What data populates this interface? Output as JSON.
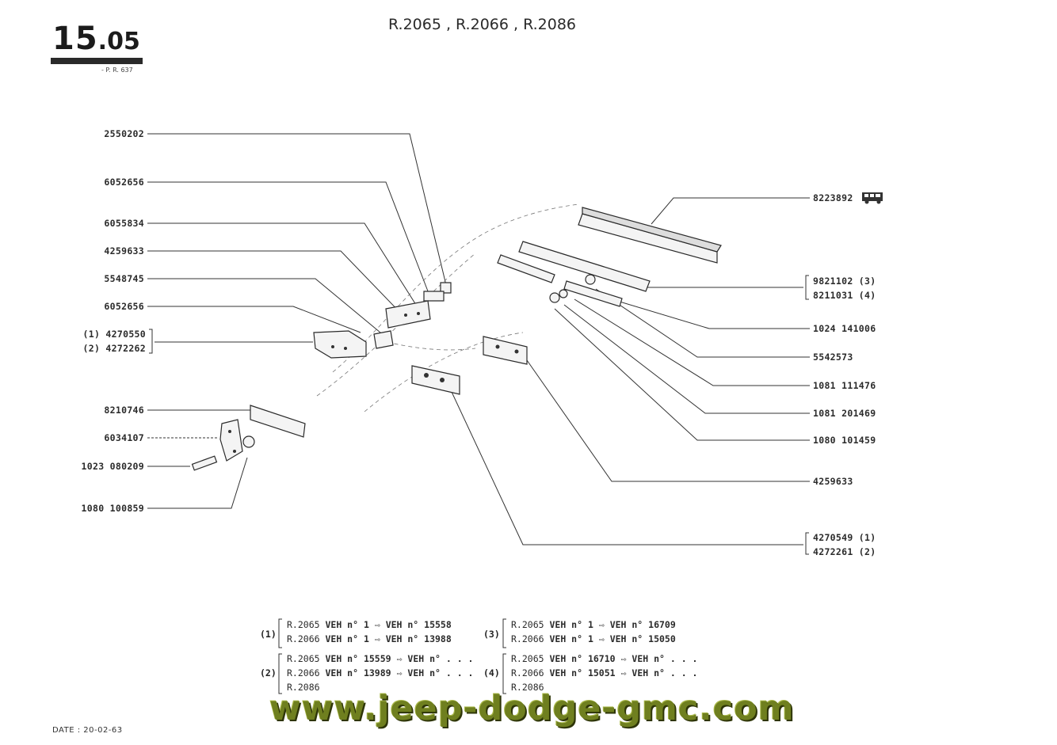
{
  "header": {
    "page_number_main": "15",
    "page_number_sub": ".05",
    "page_ref": "- P. R. 637",
    "title": "R.2065 , R.2066 , R.2086"
  },
  "left_labels": [
    "2550202",
    "6052656",
    "6055834",
    "4259633",
    "5548745",
    "6052656",
    "8210746",
    "6034107",
    "1023 080209",
    "1080 100859"
  ],
  "left_group": {
    "line1": "(1) 4270550",
    "line2": "(2) 4272262"
  },
  "right_labels": [
    "8223892",
    "1024 141006",
    "5542573",
    "1081 111476",
    "1081 201469",
    "1080 101459",
    "4259633"
  ],
  "right_group_top": {
    "line1": "9821102 (3)",
    "line2": "8211031 (4)"
  },
  "right_group_bottom": {
    "line1": "4270549 (1)",
    "line2": "4272261 (2)"
  },
  "footnotes": {
    "n1": "(1)",
    "n1_rows": [
      {
        "model": "R.2065",
        "veh": "VEH n° 1",
        "arrow": "⇨",
        "to": "VEH n° 15558"
      },
      {
        "model": "R.2066",
        "veh": "VEH n° 1",
        "arrow": "⇨",
        "to": "VEH n° 13988"
      }
    ],
    "n2": "(2)",
    "n2_rows": [
      {
        "model": "R.2065",
        "veh": "VEH n° 15559",
        "arrow": "⇨",
        "to": "VEH n° . . ."
      },
      {
        "model": "R.2066",
        "veh": "VEH n° 13989",
        "arrow": "⇨",
        "to": "VEH n° . . ."
      },
      {
        "model": "R.2086",
        "veh": "",
        "arrow": "",
        "to": ""
      }
    ],
    "n3": "(3)",
    "n3_rows": [
      {
        "model": "R.2065",
        "veh": "VEH n° 1",
        "arrow": "⇨",
        "to": "VEH n° 16709"
      },
      {
        "model": "R.2066",
        "veh": "VEH n° 1",
        "arrow": "⇨",
        "to": "VEH n° 15050"
      }
    ],
    "n4": "(4)",
    "n4_rows": [
      {
        "model": "R.2065",
        "veh": "VEH n° 16710",
        "arrow": "⇨",
        "to": "VEH n° . . ."
      },
      {
        "model": "R.2066",
        "veh": "VEH n° 15051",
        "arrow": "⇨",
        "to": "VEH n° . . ."
      },
      {
        "model": "R.2086",
        "veh": "",
        "arrow": "",
        "to": ""
      }
    ]
  },
  "date": "DATE : 20-02-63",
  "watermark": "www.jeep-dodge-gmc.com",
  "icons": {
    "van": "van-icon"
  }
}
